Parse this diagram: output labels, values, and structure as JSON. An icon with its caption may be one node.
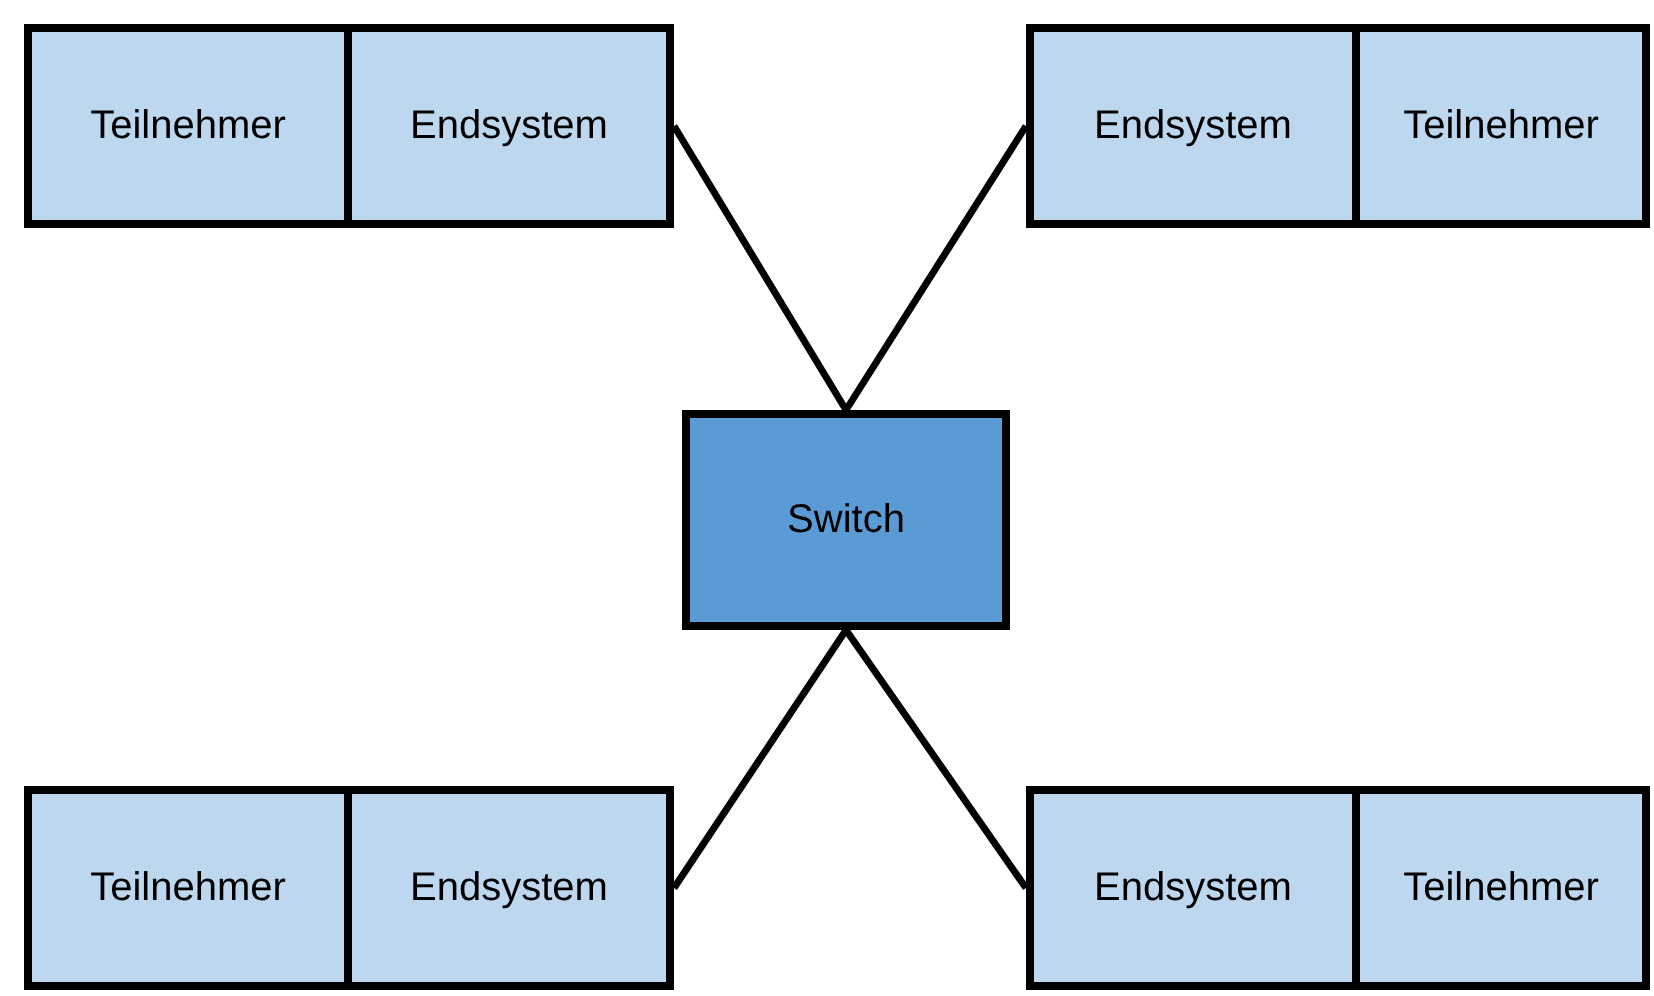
{
  "diagram": {
    "nodes": [
      {
        "text": [
          "Teilnehmer"
        ]
      },
      {
        "text": [
          "Endsystem"
        ]
      },
      {
        "text": [
          "Endsystem"
        ]
      },
      {
        "text": [
          "Teilnehmer"
        ]
      },
      {
        "text": [
          "Switch"
        ]
      },
      {
        "text": [
          "Teilnehmer"
        ]
      },
      {
        "text": [
          "Endsystem"
        ]
      },
      {
        "text": [
          "Endsystem"
        ]
      },
      {
        "text": [
          "Teilnehmer"
        ]
      }
    ],
    "edges": [
      {
        "from": 1,
        "to": 4,
        "arrow": "none"
      },
      {
        "from": 2,
        "to": 4,
        "arrow": "none"
      },
      {
        "from": 6,
        "to": 4,
        "arrow": "none"
      },
      {
        "from": 7,
        "to": 4,
        "arrow": "none"
      }
    ]
  }
}
